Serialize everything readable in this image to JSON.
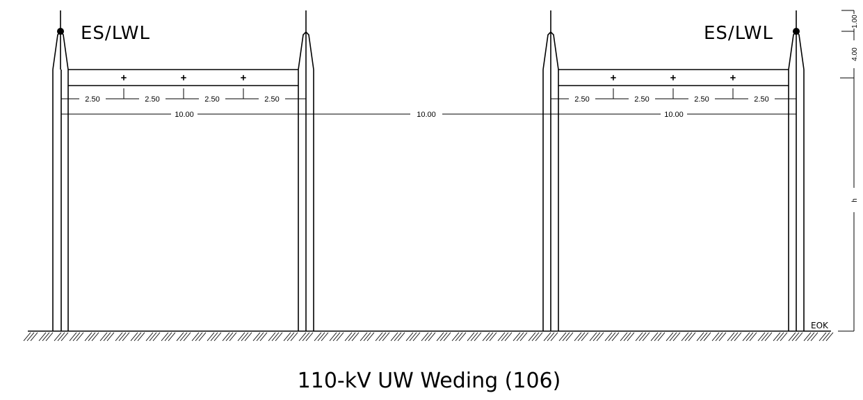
{
  "labels": {
    "left_tower": "ES/LWL",
    "right_tower": "ES/LWL",
    "ground_ref": "EOK",
    "title": "110-kV UW Weding (106)"
  },
  "dimensions": {
    "phase_spacing": [
      "2.50",
      "2.50",
      "2.50",
      "2.50"
    ],
    "bay_width_left": "10.00",
    "gap_between_bays": "10.00",
    "bay_width_right": "10.00",
    "top_offset": "1.00",
    "peak_height": "4.00",
    "beam_height": "h"
  },
  "phase_marker": "+"
}
